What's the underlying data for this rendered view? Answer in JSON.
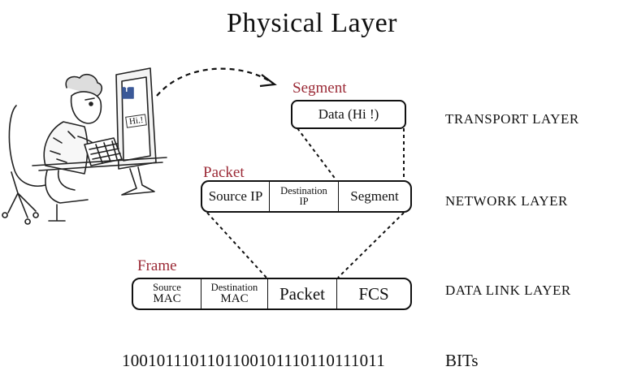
{
  "title": "Physical Layer",
  "segment": {
    "label": "Segment",
    "data": "Data (Hi !)"
  },
  "packet": {
    "label": "Packet",
    "source_ip": "Source IP",
    "dest_top": "Destination",
    "dest_bottom": "IP",
    "segment": "Segment"
  },
  "frame": {
    "label": "Frame",
    "src_top": "Source",
    "src_bottom": "MAC",
    "dest_top": "Destination",
    "dest_bottom": "MAC",
    "packet": "Packet",
    "fcs": "FCS"
  },
  "layers": {
    "transport": "TRANSPORT LAYER",
    "network": "NETWORK LAYER",
    "datalink": "DATA LINK LAYER"
  },
  "bits": {
    "value": "1001011101101100101110110111011",
    "label": "BITs"
  },
  "illustration": {
    "screen_text": "Hi.!",
    "fb_glyph": "f",
    "icon": "person-at-computer-icon"
  }
}
